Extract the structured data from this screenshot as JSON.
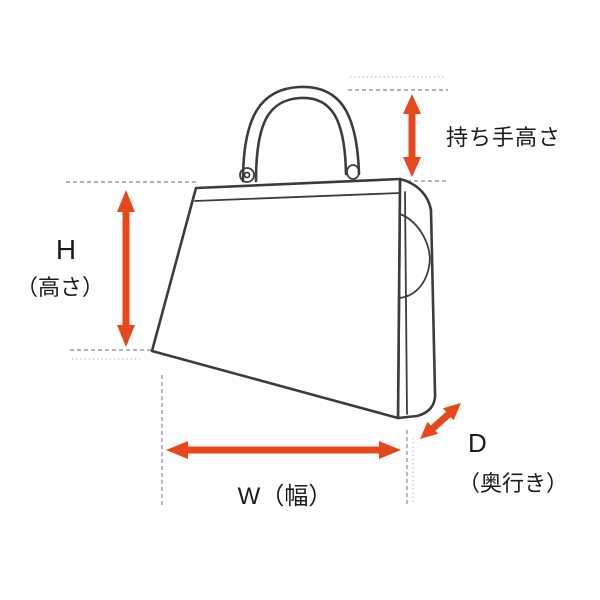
{
  "diagram": {
    "type": "bag-measurement-diagram",
    "labels": {
      "handle_height": "持ち手高さ",
      "height_letter": "H",
      "height_caption": "（高さ）",
      "width": "W（幅）",
      "depth_letter": "D",
      "depth_caption": "（奥行き）"
    }
  },
  "colors": {
    "accent": "#E8471B",
    "line": "#3C3C3C",
    "guide": "#9C9C9C",
    "background": "#FFFFFF"
  }
}
